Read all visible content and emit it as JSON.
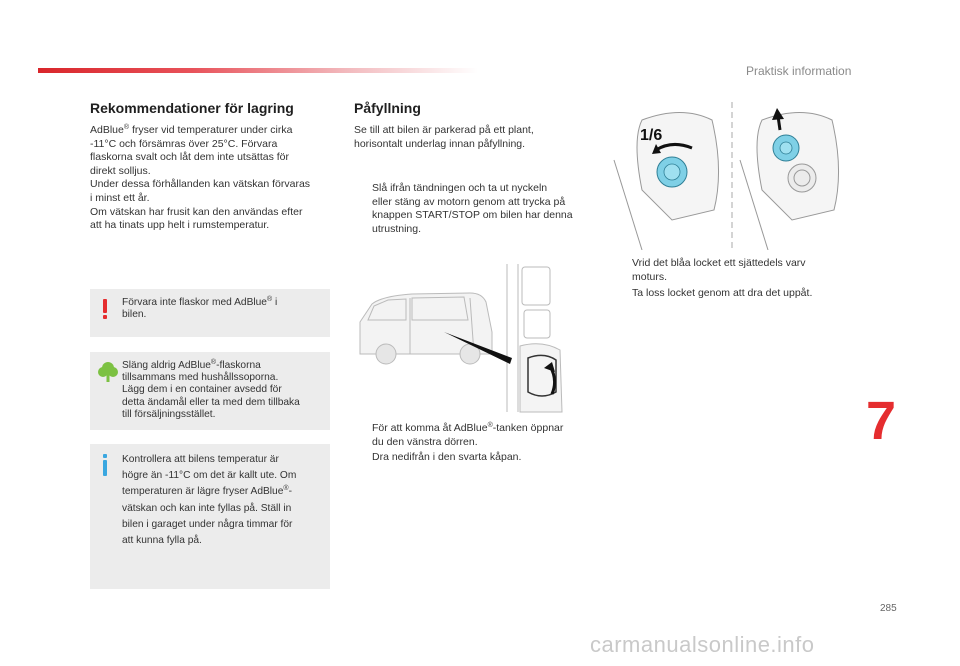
{
  "header": {
    "section_title": "Praktisk information"
  },
  "storage": {
    "title": "Rekommendationer för lagring",
    "para1_prefix": "AdBlue",
    "para1_reg": "®",
    "para1_line1": " fryser vid temperaturer under cirka",
    "para1_line2": "-11°C och försämras över 25°C. Förvara",
    "para1_line3": "flaskorna svalt och låt dem inte utsättas för",
    "para1_line4": "direkt solljus.",
    "para2_line1": "Under dessa förhållanden kan vätskan förvaras",
    "para2_line2": "i minst ett år.",
    "para3_line1": "Om vätskan har frusit kan den användas efter",
    "para3_line2": "att ha tinats upp helt i rumstemperatur."
  },
  "warning_box": {
    "line1_prefix": "Förvara inte flaskor med AdBlue",
    "line1_suffix": " i",
    "line2": "bilen."
  },
  "env_box": {
    "line1_prefix": "Släng aldrig AdBlue",
    "line1_suffix": "-flaskorna",
    "line2": "tillsammans med hushållssoporna.",
    "line3": "Lägg dem i en container avsedd för",
    "line4": "detta ändamål eller ta med dem tillbaka",
    "line5": "till försäljningsstället."
  },
  "info_box": {
    "line1": "Kontrollera att bilens temperatur är",
    "line2": "högre än -11°C om det är kallt ute. Om",
    "line3_prefix": "temperaturen är lägre fryser AdBlue",
    "line3_suffix": "-",
    "line4": "vätskan och kan inte fyllas på. Ställ in",
    "line5": "bilen i garaget under några timmar för",
    "line6": "att kunna fylla på."
  },
  "refill": {
    "title": "Påfyllning",
    "intro_line1": "Se till att bilen är parkerad på ett plant,",
    "intro_line2": "horisontalt underlag innan påfyllning.",
    "step1_line1": "Slå ifrån tändningen och ta ut nyckeln",
    "step1_line2": "eller stäng av motorn genom att trycka på",
    "step1_line3": "knappen START/STOP om bilen har denna",
    "step1_line4": "utrustning.",
    "step2_line1_prefix": "För att komma åt AdBlue",
    "step2_line1_suffix": "-tanken öppnar",
    "step2_line2": "du den vänstra dörren.",
    "step3": "Dra nedifrån i den svarta kåpan.",
    "step4_line1": "Vrid det blåa locket ett sjättedels varv",
    "step4_line2": "moturs.",
    "step5": "Ta loss locket genom att dra det uppåt.",
    "bullet_symbol": "",
    "reg": "®"
  },
  "illustration": {
    "fraction_label": "1/6",
    "cap_color": "#7fd0e6",
    "accent_color": "#e52d2f"
  },
  "chapter_number": "7",
  "page_number": "285",
  "watermark": "carmanualsonline.info"
}
